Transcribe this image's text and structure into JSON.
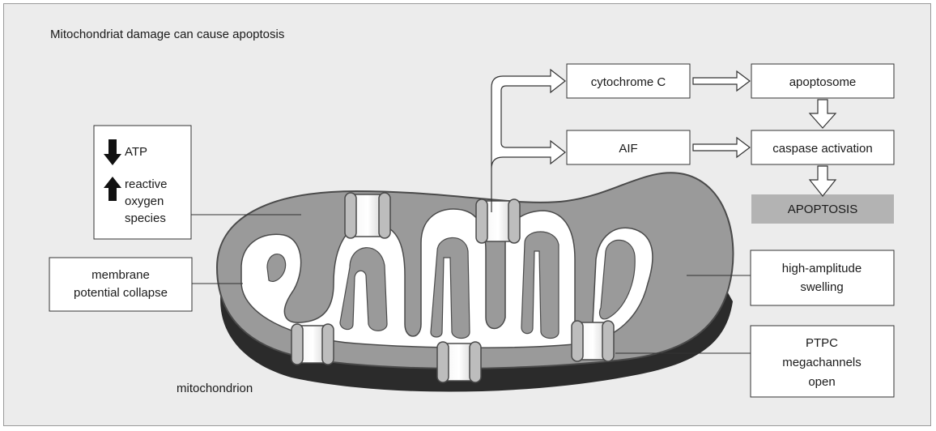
{
  "title": "Mitochondriat damage can cause apoptosis",
  "labels": {
    "atp": "ATP",
    "ros_line1": "reactive",
    "ros_line2": "oxygen",
    "ros_line3": "species",
    "membrane_line1": "membrane",
    "membrane_line2": "potential collapse",
    "mitochondrion": "mitochondrion",
    "swelling_line1": "high-amplitude",
    "swelling_line2": "swelling",
    "ptpc_line1": "PTPC",
    "ptpc_line2": "megachannels",
    "ptpc_line3": "open"
  },
  "flow": {
    "cytochrome": "cytochrome C",
    "aif": "AIF",
    "apoptosome": "apoptosome",
    "caspase": "caspase activation",
    "apoptosis": "APOPTOSIS"
  },
  "colors": {
    "background": "#ececec",
    "organelle_fill": "#9a9a9a",
    "organelle_dark": "#2b2b2b",
    "inner_space": "#ffffff",
    "apoptosis_box": "#b3b3b3"
  },
  "indicators": {
    "atp": "arrow-down-icon",
    "ros": "arrow-up-icon"
  }
}
